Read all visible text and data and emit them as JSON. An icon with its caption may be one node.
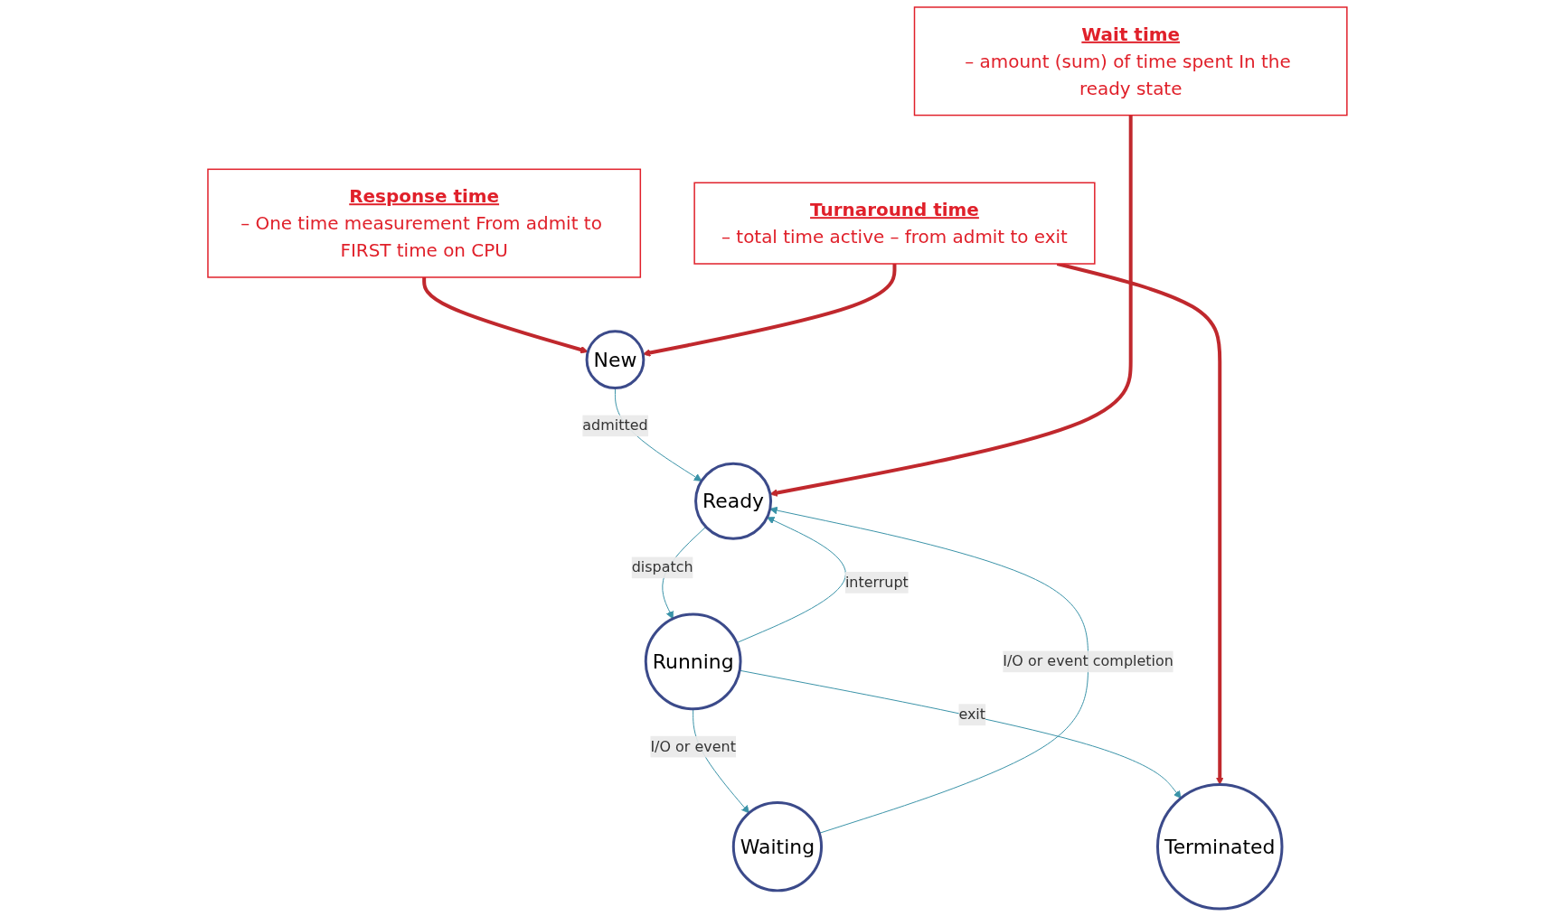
{
  "diagram": {
    "nodes": [
      {
        "text": [
          "New"
        ]
      },
      {
        "text": [
          "Ready"
        ]
      },
      {
        "text": [
          "Running"
        ]
      },
      {
        "text": [
          "Waiting"
        ]
      },
      {
        "text": [
          "Terminated"
        ]
      },
      {
        "text": [
          "Response time",
          "– One time measurement From admit to FIRST time on CPU"
        ]
      },
      {
        "text": [
          "Wait time",
          "– amount (sum) of time spent In the ready state"
        ]
      },
      {
        "text": [
          "Turnaround time",
          "– total time active – from admit to exit"
        ]
      }
    ],
    "edges": [
      {
        "from": 0,
        "to": 1,
        "arrow": "to",
        "label": "admitted"
      },
      {
        "from": 1,
        "to": 2,
        "arrow": "to",
        "label": "dispatch"
      },
      {
        "from": 2,
        "to": 1,
        "arrow": "to",
        "label": "interrupt"
      },
      {
        "from": 2,
        "to": 3,
        "arrow": "to",
        "label": "I/O or event"
      },
      {
        "from": 3,
        "to": 1,
        "arrow": "to",
        "label": "I/O or event completion"
      },
      {
        "from": 2,
        "to": 4,
        "arrow": "to",
        "label": "exit"
      },
      {
        "from": 5,
        "to": 0,
        "arrow": "to",
        "style": "thick",
        "color": "#c0282d"
      },
      {
        "from": 6,
        "to": 1,
        "arrow": "to",
        "style": "thick",
        "color": "#c0282d"
      },
      {
        "from": 7,
        "to": 0,
        "arrow": "to",
        "style": "thick",
        "color": "#c0282d"
      },
      {
        "from": 7,
        "to": 4,
        "arrow": "to",
        "style": "thick",
        "color": "#c0282d"
      }
    ]
  }
}
